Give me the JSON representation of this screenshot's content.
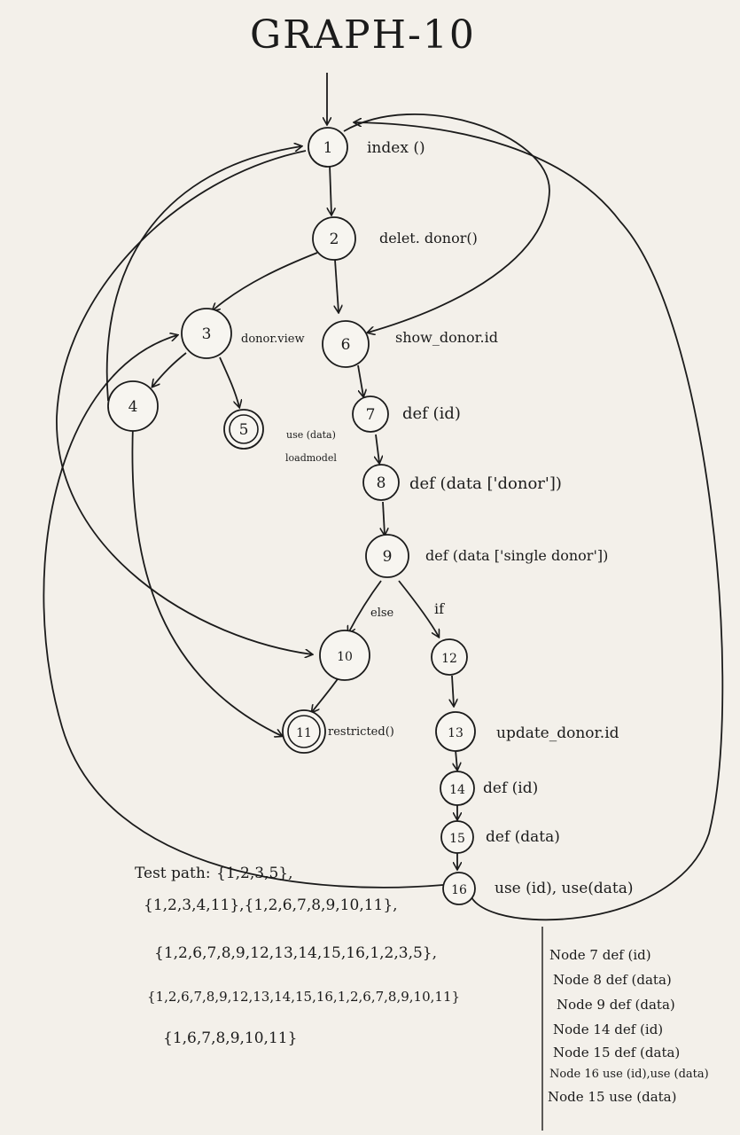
{
  "title": "GRAPH-10",
  "nodes": [
    {
      "id": "1",
      "label": "index ()"
    },
    {
      "id": "2",
      "label": "delet. donor()"
    },
    {
      "id": "3",
      "label": "donor.view"
    },
    {
      "id": "4",
      "label": ""
    },
    {
      "id": "5",
      "label": "use (data)",
      "extra": "loadmodel",
      "final": true
    },
    {
      "id": "6",
      "label": "show_donor.id"
    },
    {
      "id": "7",
      "label": "def (id)"
    },
    {
      "id": "8",
      "label": "def (data ['donor'])"
    },
    {
      "id": "9",
      "label": "def (data ['single donor'])"
    },
    {
      "id": "10",
      "label": ""
    },
    {
      "id": "11",
      "label": "restricted()",
      "final": true
    },
    {
      "id": "12",
      "label": ""
    },
    {
      "id": "13",
      "label": "update_donor.id"
    },
    {
      "id": "14",
      "label": "def (id)"
    },
    {
      "id": "15",
      "label": "def (data)"
    },
    {
      "id": "16",
      "label": "use (id), use(data)"
    }
  ],
  "branch_labels": {
    "else": "else",
    "if": "if"
  },
  "test_paths": {
    "heading": "Test path:",
    "paths": [
      "{1,2,3,5},",
      "{1,2,3,4,11},{1,2,6,7,8,9,10,11},",
      "{1,2,6,7,8,9,12,13,14,15,16,1,2,3,5},",
      "{1,2,6,7,8,9,12,13,14,15,16,1,2,6,7,8,9,10,11}",
      "{1,6,7,8,9,10,11}"
    ]
  },
  "notes": [
    "Node 7 def (id)",
    "Node 8 def (data)",
    "Node 9 def (data)",
    "Node 14 def (id)",
    "Node 15 def (data)",
    "Node 16 use (id),use (data)",
    "Node 15 use (data)"
  ]
}
